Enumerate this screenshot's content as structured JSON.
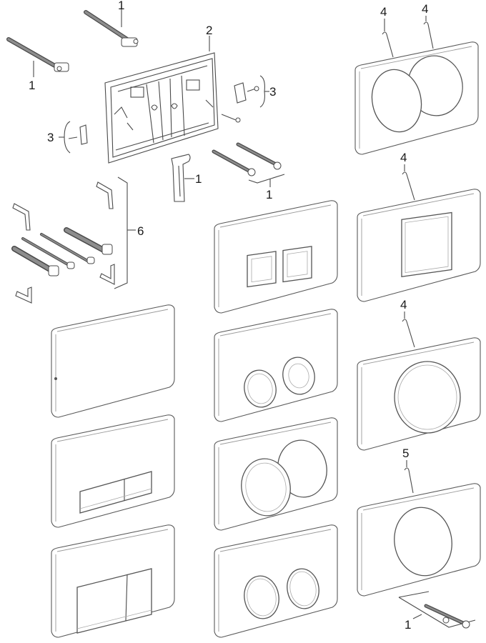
{
  "diagram": {
    "title": "Flush plate exploded view with mounting parts",
    "colors": {
      "line": "#4a4a4a",
      "rod": "#8d8d8d",
      "background": "#ffffff"
    },
    "callouts": [
      {
        "id": "c1a",
        "text": "1",
        "part": "mounting-rod-top"
      },
      {
        "id": "c1b",
        "text": "1",
        "part": "mounting-rod-left"
      },
      {
        "id": "c2",
        "text": "2",
        "part": "mounting-frame"
      },
      {
        "id": "c3a",
        "text": "3",
        "part": "side-clip-right"
      },
      {
        "id": "c3b",
        "text": "3",
        "part": "side-clip-left"
      },
      {
        "id": "c1c",
        "text": "1",
        "part": "actuator-lever"
      },
      {
        "id": "c1d",
        "text": "1",
        "part": "bolt-pair"
      },
      {
        "id": "c6",
        "text": "6",
        "part": "bracket-and-bolt-set"
      },
      {
        "id": "c4a",
        "text": "4",
        "part": "actuator-rod-left"
      },
      {
        "id": "c4b",
        "text": "4",
        "part": "actuator-rod-right"
      },
      {
        "id": "c4c",
        "text": "4",
        "part": "actuator-rod-square-plate"
      },
      {
        "id": "c4d",
        "text": "4",
        "part": "actuator-rod-round-plate"
      },
      {
        "id": "c5",
        "text": "5",
        "part": "actuator-rod-sensor-plate"
      },
      {
        "id": "c1e",
        "text": "1",
        "part": "bolt-and-washer"
      }
    ],
    "plates": [
      {
        "id": "p-twin-ellipse",
        "buttons": "two overlapping ellipses"
      },
      {
        "id": "p-twin-square",
        "buttons": "two small squares"
      },
      {
        "id": "p-single-square",
        "buttons": "one large square"
      },
      {
        "id": "p-blank",
        "buttons": "none (touch-free)"
      },
      {
        "id": "p-twin-small-round",
        "buttons": "two small rounds"
      },
      {
        "id": "p-single-round",
        "buttons": "one round"
      },
      {
        "id": "p-slim-rect",
        "buttons": "two slim rectangles"
      },
      {
        "id": "p-twin-overlap-round",
        "buttons": "two overlapping rounds"
      },
      {
        "id": "p-single-round-sensor",
        "buttons": "one large round"
      },
      {
        "id": "p-twin-rect",
        "buttons": "two large rectangles"
      },
      {
        "id": "p-twin-round",
        "buttons": "two rounds"
      }
    ]
  }
}
